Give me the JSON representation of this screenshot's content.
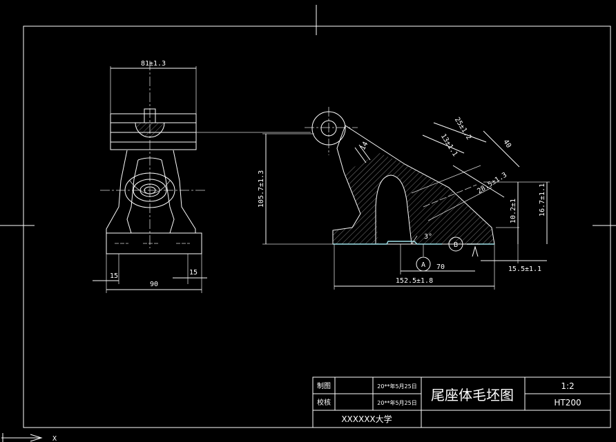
{
  "front_view": {
    "dims": {
      "top_width": "81±1.3",
      "bottom_width": "90",
      "left_foot": "15",
      "right_foot": "15"
    }
  },
  "side_view": {
    "dims": {
      "height": "105.7±1.3",
      "total_length": "152.5±1.8",
      "base_offset": "70",
      "rib": "14",
      "d1": "25±1.2",
      "d2": "13±1.1",
      "d3": "40",
      "d4": "28.5±1.3",
      "d5": "10.2±1",
      "d6": "16.7±1.1",
      "d7": "15.5±1.1",
      "angle": "3°"
    },
    "datums": {
      "a": "A",
      "b": "B"
    }
  },
  "title_block": {
    "drawn_label": "制图",
    "checked_label": "校核",
    "drawn_date": "20**年5月25日",
    "checked_date": "20**年5月25日",
    "title": "尾座体毛坯图",
    "scale": "1:2",
    "material": "HT200",
    "school": "XXXXXX大学"
  },
  "ucs": {
    "x_label": "X"
  }
}
